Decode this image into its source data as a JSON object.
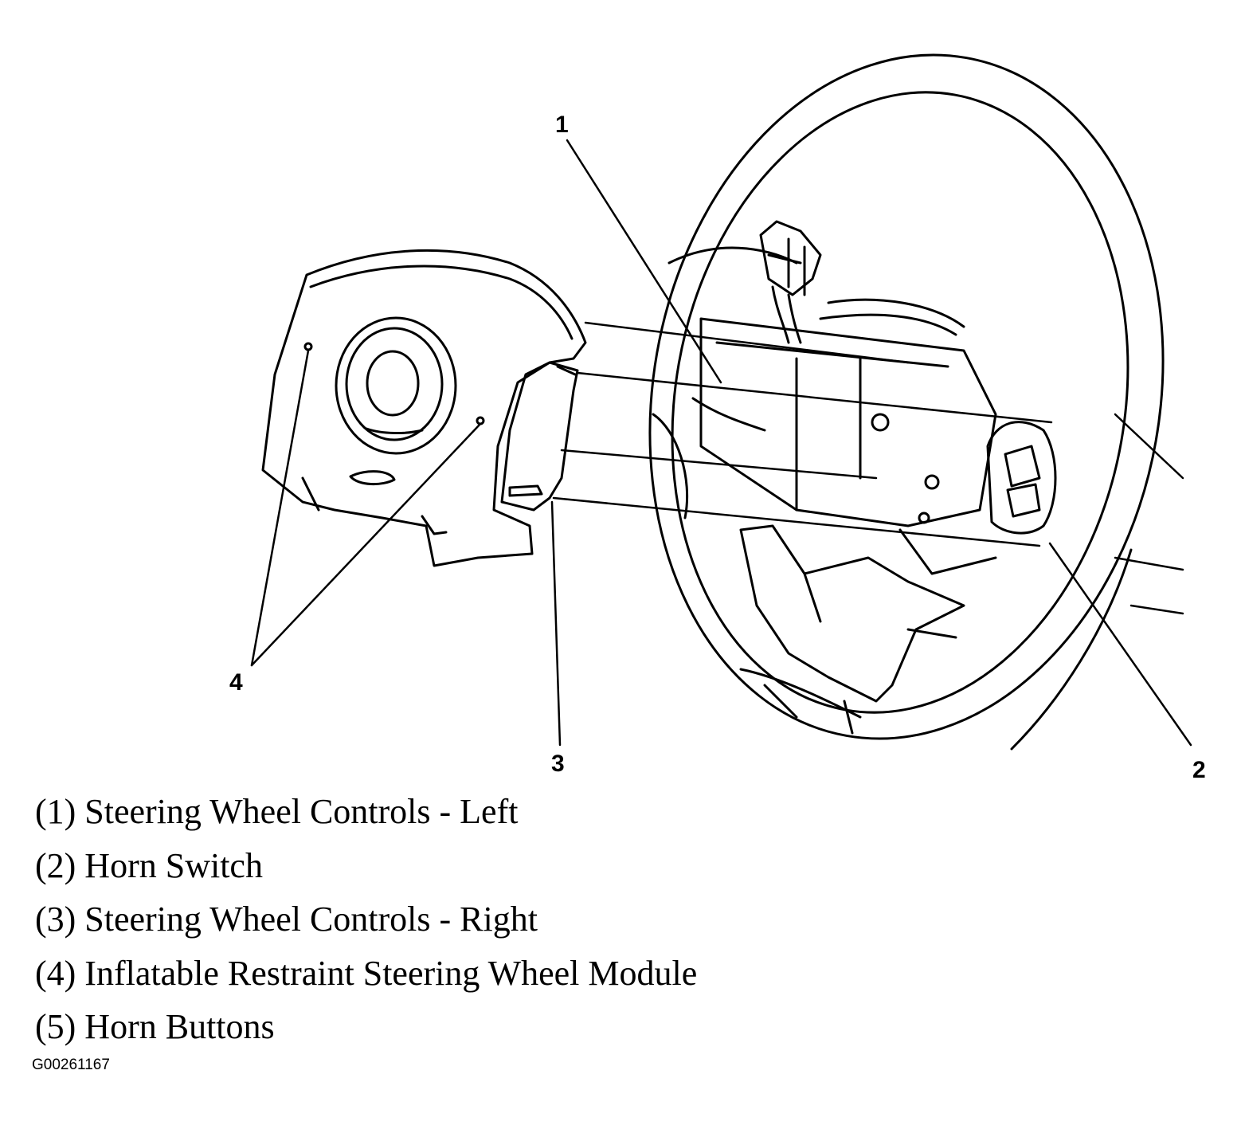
{
  "callouts": {
    "c1": "1",
    "c2": "2",
    "c3": "3",
    "c4": "4"
  },
  "legend": [
    "(1) Steering Wheel Controls - Left",
    "(2) Horn Switch",
    "(3) Steering Wheel Controls - Right",
    "(4) Inflatable Restraint Steering Wheel Module",
    "(5) Horn Buttons"
  ],
  "figure_id": "G00261167",
  "colors": {
    "line": "#000000",
    "background": "#ffffff"
  }
}
